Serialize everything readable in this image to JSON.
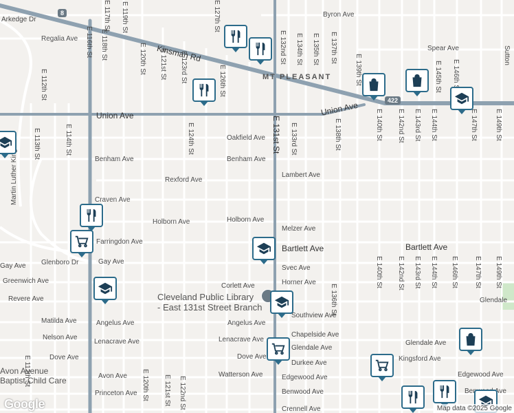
{
  "map": {
    "neighborhood": "MT PLEASANT",
    "library_label_line1": "Cleveland Public Library",
    "library_label_line2": "- East 131st Street Branch",
    "church_line1": "Avon Avenue",
    "church_line2": "Baptist Child Care",
    "google_logo": "Google",
    "attribution": "Map data ©2025 Google",
    "route_shields": [
      "8",
      "422"
    ],
    "colors": {
      "background": "#f3f1ee",
      "major_road": "#8ea1b0",
      "street": "#ffffff",
      "park": "#cfe8c9",
      "pin_border": "#2c6b8a"
    }
  },
  "streets": {
    "h": [
      "Arkedge Dr",
      "Regalia Ave",
      "Kinsman Rd",
      "Byron Ave",
      "Spear Ave",
      "Union Ave",
      "Union Ave",
      "Oakfield Ave",
      "Benham Ave",
      "Benham Ave",
      "Rexford Ave",
      "Lambert Ave",
      "Craven Ave",
      "Holborn Ave",
      "Holborn Ave",
      "Melzer Ave",
      "Farringdon Ave",
      "Bartlett Ave",
      "Bartlett Ave",
      "Glenboro Dr",
      "Gay Ave",
      "Gay Ave",
      "Svec Ave",
      "Greenwich Ave",
      "Revere Ave",
      "Corlett Ave",
      "Horner Ave",
      "Matilda Ave",
      "Angelus Ave",
      "Angelus Ave",
      "Southview Ave",
      "Nelson Ave",
      "Chapelside Ave",
      "Lenacrave Ave",
      "Lenacrave Ave",
      "Glendale Ave",
      "Glendale Ave",
      "Dove Ave",
      "Dove Ave",
      "Durkee Ave",
      "Kingsford Ave",
      "Avon Ave",
      "Watterson Ave",
      "Edgewood Ave",
      "Edgewood Ave",
      "Princeton Ave",
      "Benwood Ave",
      "Benwood Ave",
      "Crennell Ave",
      "Glendale"
    ],
    "v": [
      "E 116th St",
      "E 118th St",
      "E 119th St",
      "E 120th St",
      "E 121st St",
      "E 123rd St",
      "E 124th St",
      "E 126th St",
      "E 131st St",
      "E 132nd St",
      "E 133rd St",
      "E 134th St",
      "E 135th St",
      "E 136th St",
      "E 137th St",
      "E 138th St",
      "E 139th St",
      "E 140th St",
      "E 140th St",
      "E 142nd St",
      "E 142nd St",
      "E 143rd St",
      "E 143rd St",
      "E 144th St",
      "E 144th St",
      "E 145th St",
      "E 146th St",
      "E 146th St",
      "E 147th St",
      "E 147th St",
      "E 149th St",
      "E 149th St",
      "Sutton",
      "E 112th St",
      "E 113th St",
      "E 114th St",
      "Martin Luther King Jr Dr",
      "E 117th St",
      "E 127th St",
      "E 120th St",
      "E 121st St",
      "E 112th St",
      "E 122nd St"
    ]
  },
  "pois": [
    "restaurant-icon",
    "restaurant-icon",
    "shopping-bag-icon",
    "shopping-bag-icon",
    "school-icon",
    "restaurant-icon",
    "school-icon",
    "restaurant-icon",
    "grocery-cart-icon",
    "school-icon",
    "school-icon",
    "school-icon",
    "grocery-cart-icon",
    "grocery-cart-icon",
    "shopping-bag-icon",
    "restaurant-icon",
    "restaurant-icon",
    "school-icon",
    "library-icon"
  ]
}
